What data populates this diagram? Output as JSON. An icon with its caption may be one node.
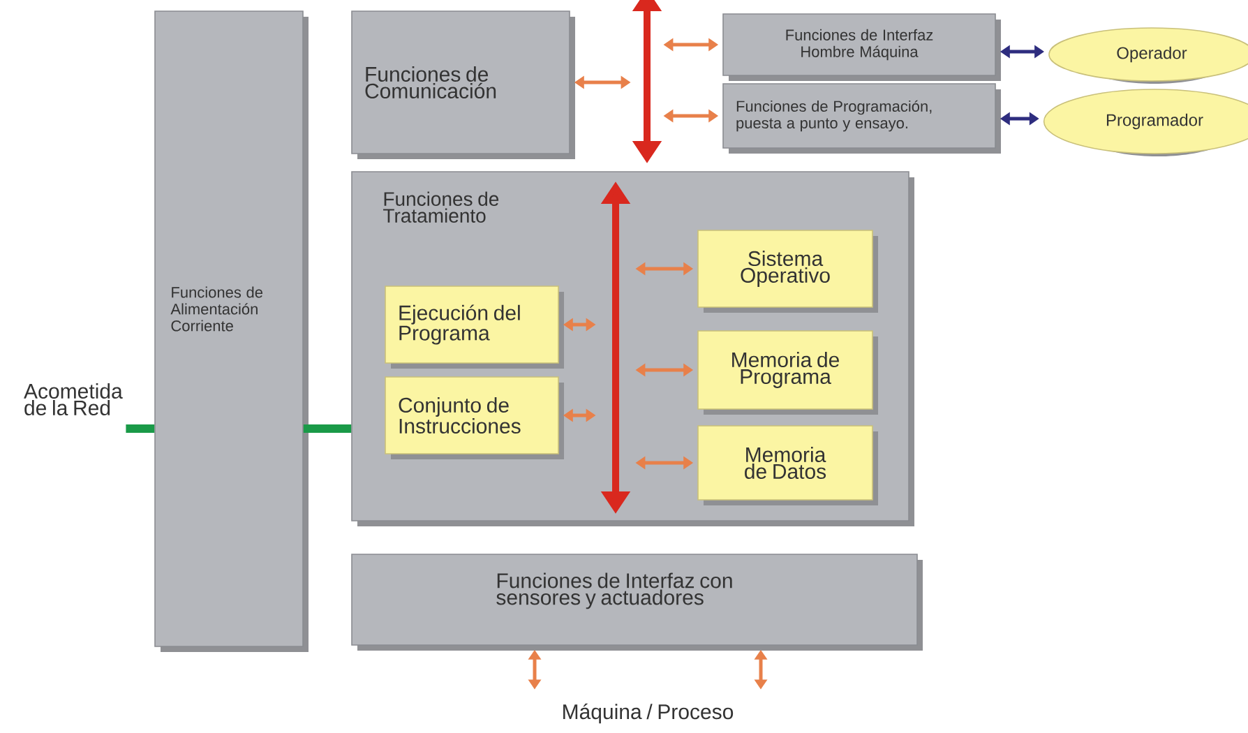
{
  "diagram": {
    "nodes": [
      {
        "text": [
          "Funciones de Alimentación Corriente"
        ]
      },
      {
        "text": [
          "Funciones de Comunicación"
        ]
      },
      {
        "text": [
          "Funciones de Interfaz Hombre Máquina"
        ]
      },
      {
        "text": [
          "Funciones de Programación, puesta a punto y ensayo."
        ]
      },
      {
        "text": [
          "Operador"
        ]
      },
      {
        "text": [
          "Programador"
        ]
      },
      {
        "text": [
          "Funciones de Tratamiento"
        ]
      },
      {
        "text": [
          "Ejecución del Programa"
        ],
        "in": 6
      },
      {
        "text": [
          "Conjunto de Instrucciones"
        ],
        "in": 6
      },
      {
        "text": [
          "Sistema Operativo"
        ],
        "in": 6
      },
      {
        "text": [
          "Memoria de Programa"
        ],
        "in": 6
      },
      {
        "text": [
          "Memoria de Datos"
        ],
        "in": 6
      },
      {
        "text": [
          "Funciones de Interfaz con sensores y actuadores"
        ]
      },
      {
        "text": [
          "Acometida de la Red"
        ]
      },
      {
        "text": [
          "Máquina / Proceso"
        ]
      },
      {
        "text": [],
        "shape": "bar"
      },
      {
        "text": [],
        "shape": "bar",
        "in": 6
      }
    ],
    "edges": [
      {
        "from": 1,
        "to": 15,
        "arrow": "both"
      },
      {
        "from": 15,
        "to": 2,
        "arrow": "both"
      },
      {
        "from": 15,
        "to": 3,
        "arrow": "both"
      },
      {
        "from": 2,
        "to": 4,
        "arrow": "both",
        "color": "#2e2d7f"
      },
      {
        "from": 3,
        "to": 5,
        "arrow": "both",
        "color": "#2e2d7f"
      },
      {
        "from": 7,
        "to": 16,
        "arrow": "both"
      },
      {
        "from": 8,
        "to": 16,
        "arrow": "both"
      },
      {
        "from": 16,
        "to": 9,
        "arrow": "both"
      },
      {
        "from": 16,
        "to": 10,
        "arrow": "both"
      },
      {
        "from": 16,
        "to": 11,
        "arrow": "both"
      },
      {
        "from": 13,
        "to": 0,
        "arrow": "none",
        "style": "thick",
        "color": "#1a9a48"
      },
      {
        "from": 0,
        "to": 6,
        "arrow": "none",
        "style": "thick",
        "color": "#1a9a48"
      },
      {
        "from": 12,
        "to": 14,
        "arrow": "both"
      },
      {
        "from": 12,
        "to": 14,
        "arrow": "both"
      }
    ]
  }
}
